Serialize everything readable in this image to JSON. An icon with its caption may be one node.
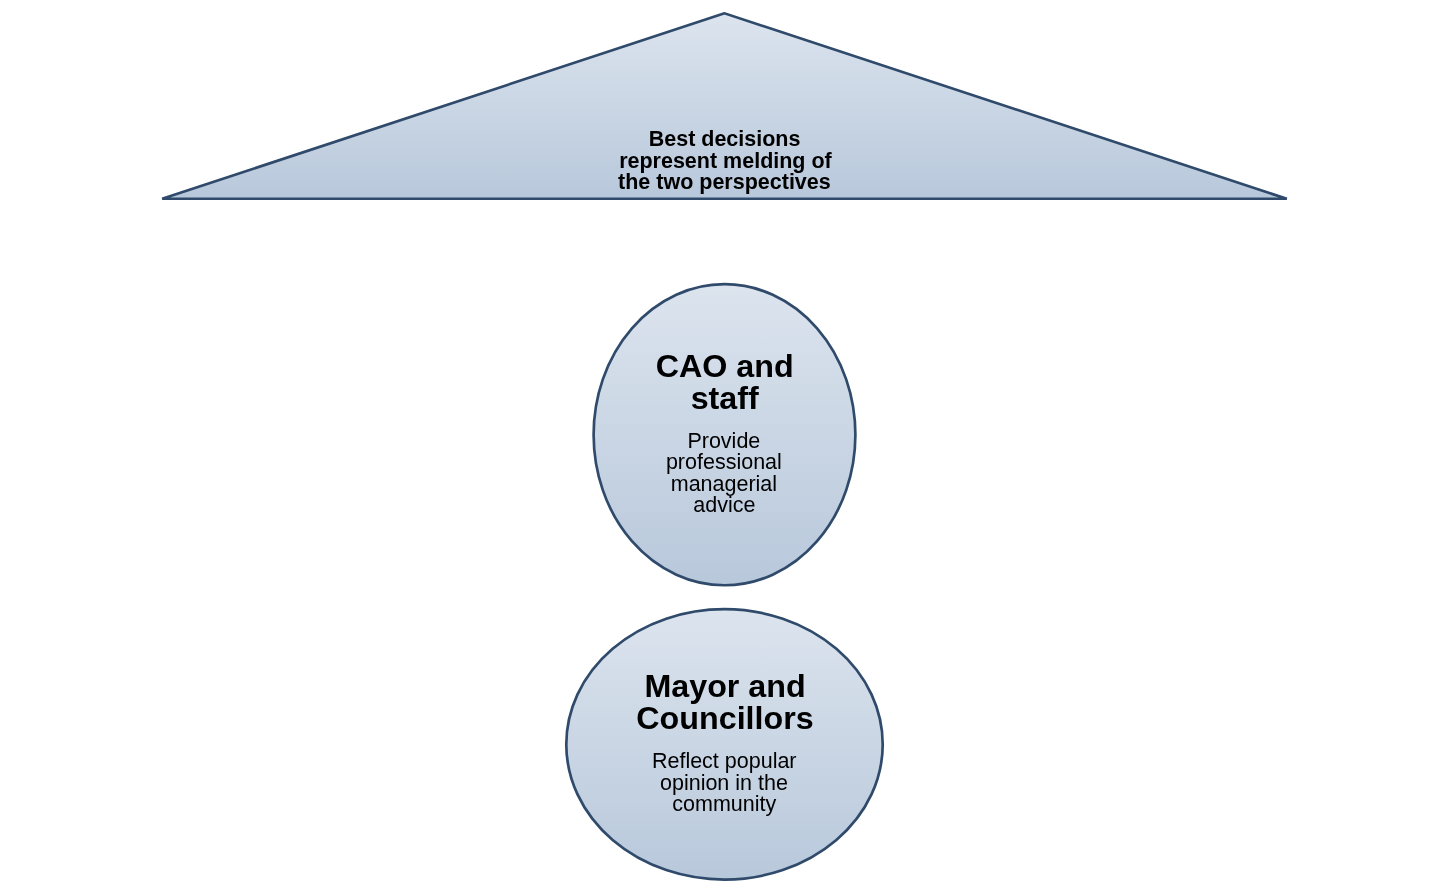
{
  "diagram": {
    "nodes": [
      {
        "text": [
          "Mayor and Councillors",
          "Reflect popular opinion in the community"
        ]
      },
      {
        "text": [
          "CAO and staff",
          "Provide professional managerial advice"
        ]
      },
      {
        "text": [
          "Best decisions represent melding of the two perspectives"
        ]
      }
    ]
  }
}
